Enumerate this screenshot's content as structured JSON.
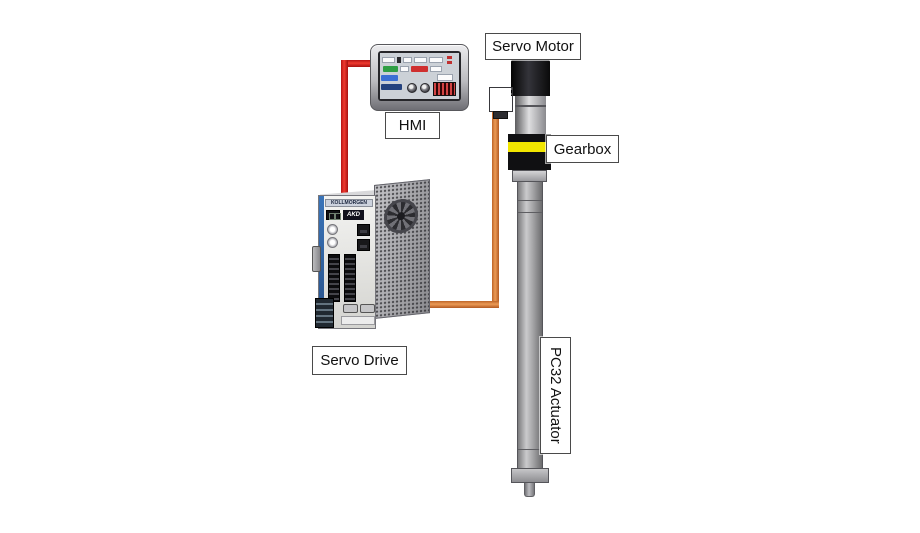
{
  "canvas": {
    "background": "#ffffff"
  },
  "labels": {
    "servo_motor": "Servo Motor",
    "hmi": "HMI",
    "gearbox": "Gearbox",
    "servo_drive": "Servo Drive",
    "actuator": "PC32 Actuator"
  },
  "drive": {
    "brand": "KOLLMORGEN",
    "model": "AKD"
  },
  "colors": {
    "hmi_cable_red": "#df1b1b",
    "motor_cable_orange": "#df8142",
    "gearbox_band_yellow": "#f2e600",
    "drive_accent_blue": "#3a74b8",
    "hmi_button_green": "#2f9e44",
    "hmi_button_red": "#cf2f2f",
    "hmi_button_blue": "#3b6fd4"
  }
}
